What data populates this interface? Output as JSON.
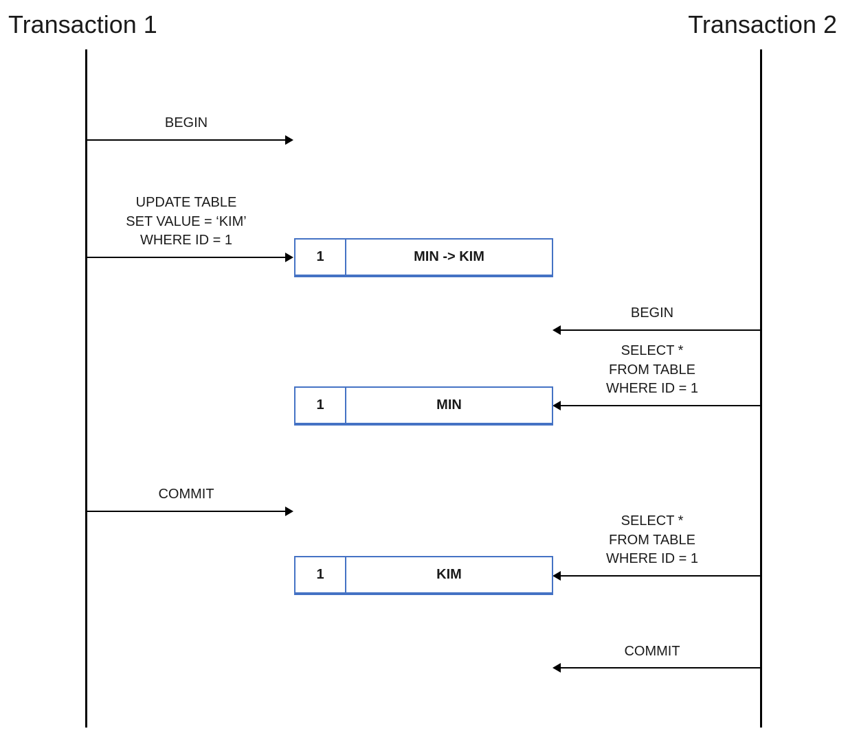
{
  "lanes": {
    "left_title": "Transaction 1",
    "right_title": "Transaction 2"
  },
  "messages": {
    "t1_begin": "BEGIN",
    "t1_update": [
      "UPDATE TABLE",
      "SET VALUE = ‘KIM’",
      "WHERE ID = 1"
    ],
    "t2_begin": "BEGIN",
    "t2_select1": [
      "SELECT *",
      "FROM TABLE",
      "WHERE ID = 1"
    ],
    "t1_commit": "COMMIT",
    "t2_select2": [
      "SELECT *",
      "FROM TABLE",
      "WHERE ID = 1"
    ],
    "t2_commit": "COMMIT"
  },
  "rows": [
    {
      "id": "1",
      "value": "MIN -> KIM"
    },
    {
      "id": "1",
      "value": "MIN"
    },
    {
      "id": "1",
      "value": "KIM"
    }
  ],
  "colors": {
    "row_border": "#4472c4",
    "line": "#000000"
  }
}
